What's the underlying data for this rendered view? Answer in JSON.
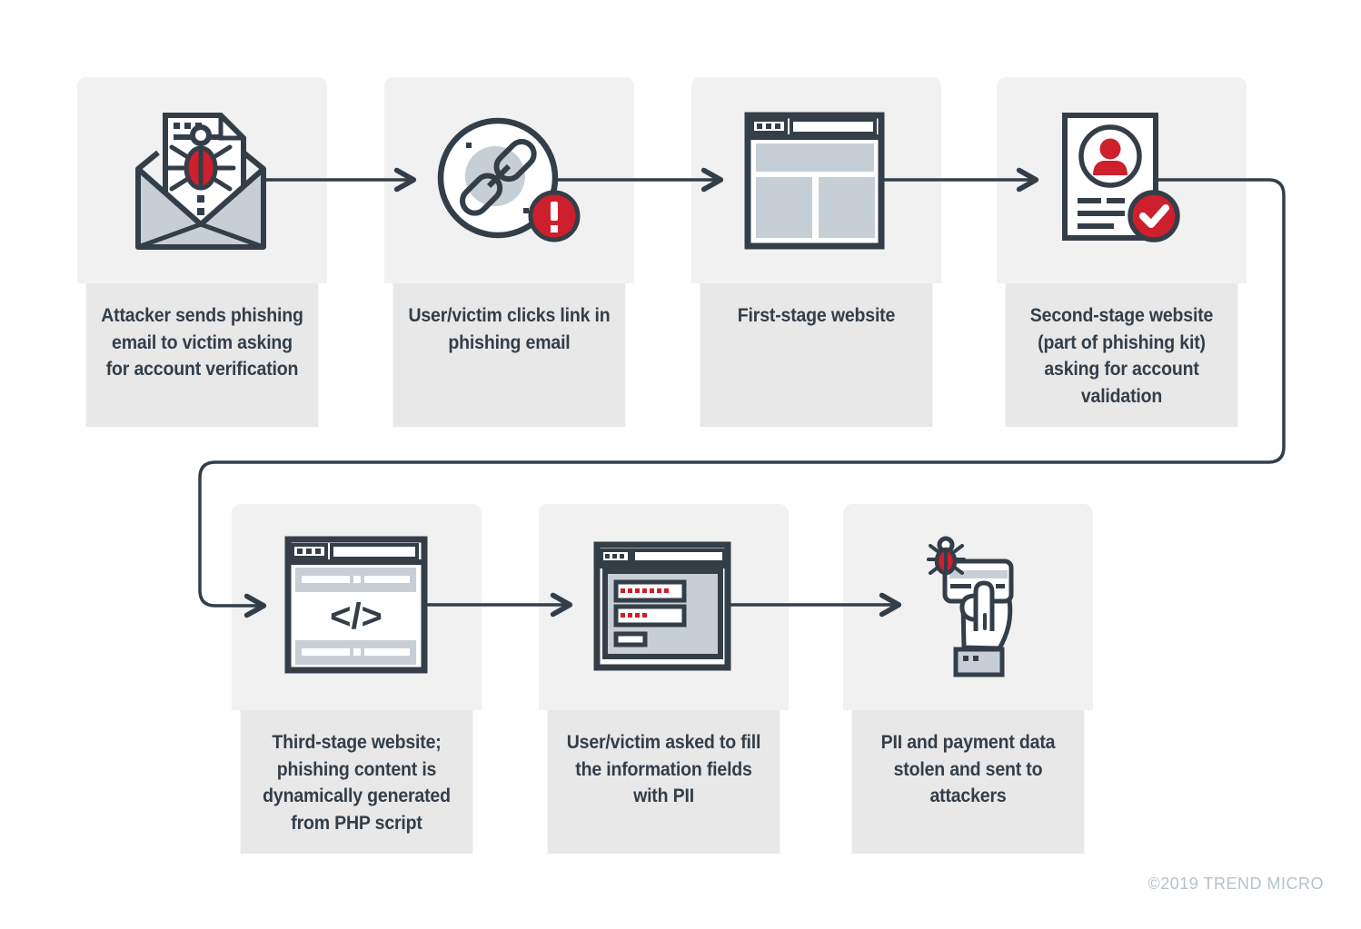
{
  "diagram": {
    "name": "phishing-kit-attack-flow",
    "steps": [
      {
        "icon": "phishing-email-icon",
        "label": "Attacker sends phishing\nemail to victim asking\nfor account verification"
      },
      {
        "icon": "malicious-link-icon",
        "label": "User/victim clicks link in\nphishing email"
      },
      {
        "icon": "browser-layout-icon",
        "label": "First-stage website"
      },
      {
        "icon": "id-document-check-icon",
        "label": "Second-stage website\n(part of phishing kit)\nasking for account\nvalidation"
      },
      {
        "icon": "browser-code-icon",
        "label": "Third-stage website;\nphishing content is\ndynamically generated\nfrom PHP script",
        "icon_glyph": "</>"
      },
      {
        "icon": "browser-form-icon",
        "label": "User/victim asked to fill\nthe information fields\nwith PII"
      },
      {
        "icon": "hand-card-bug-icon",
        "label": "PII and payment data\nstolen and sent to\nattackers"
      }
    ],
    "footer": {
      "copyright": "©2019 TREND MICRO"
    },
    "colors": {
      "outline": "#333e48",
      "accent_red": "#ce1f2d",
      "panel_fill": "#c6cfd6",
      "card_icon_bg": "#f1f1f1",
      "card_caption_bg": "#e8e8e9",
      "caption_text": "#333e48",
      "footer_text": "#b5c2ca",
      "background": "#ffffff"
    }
  }
}
